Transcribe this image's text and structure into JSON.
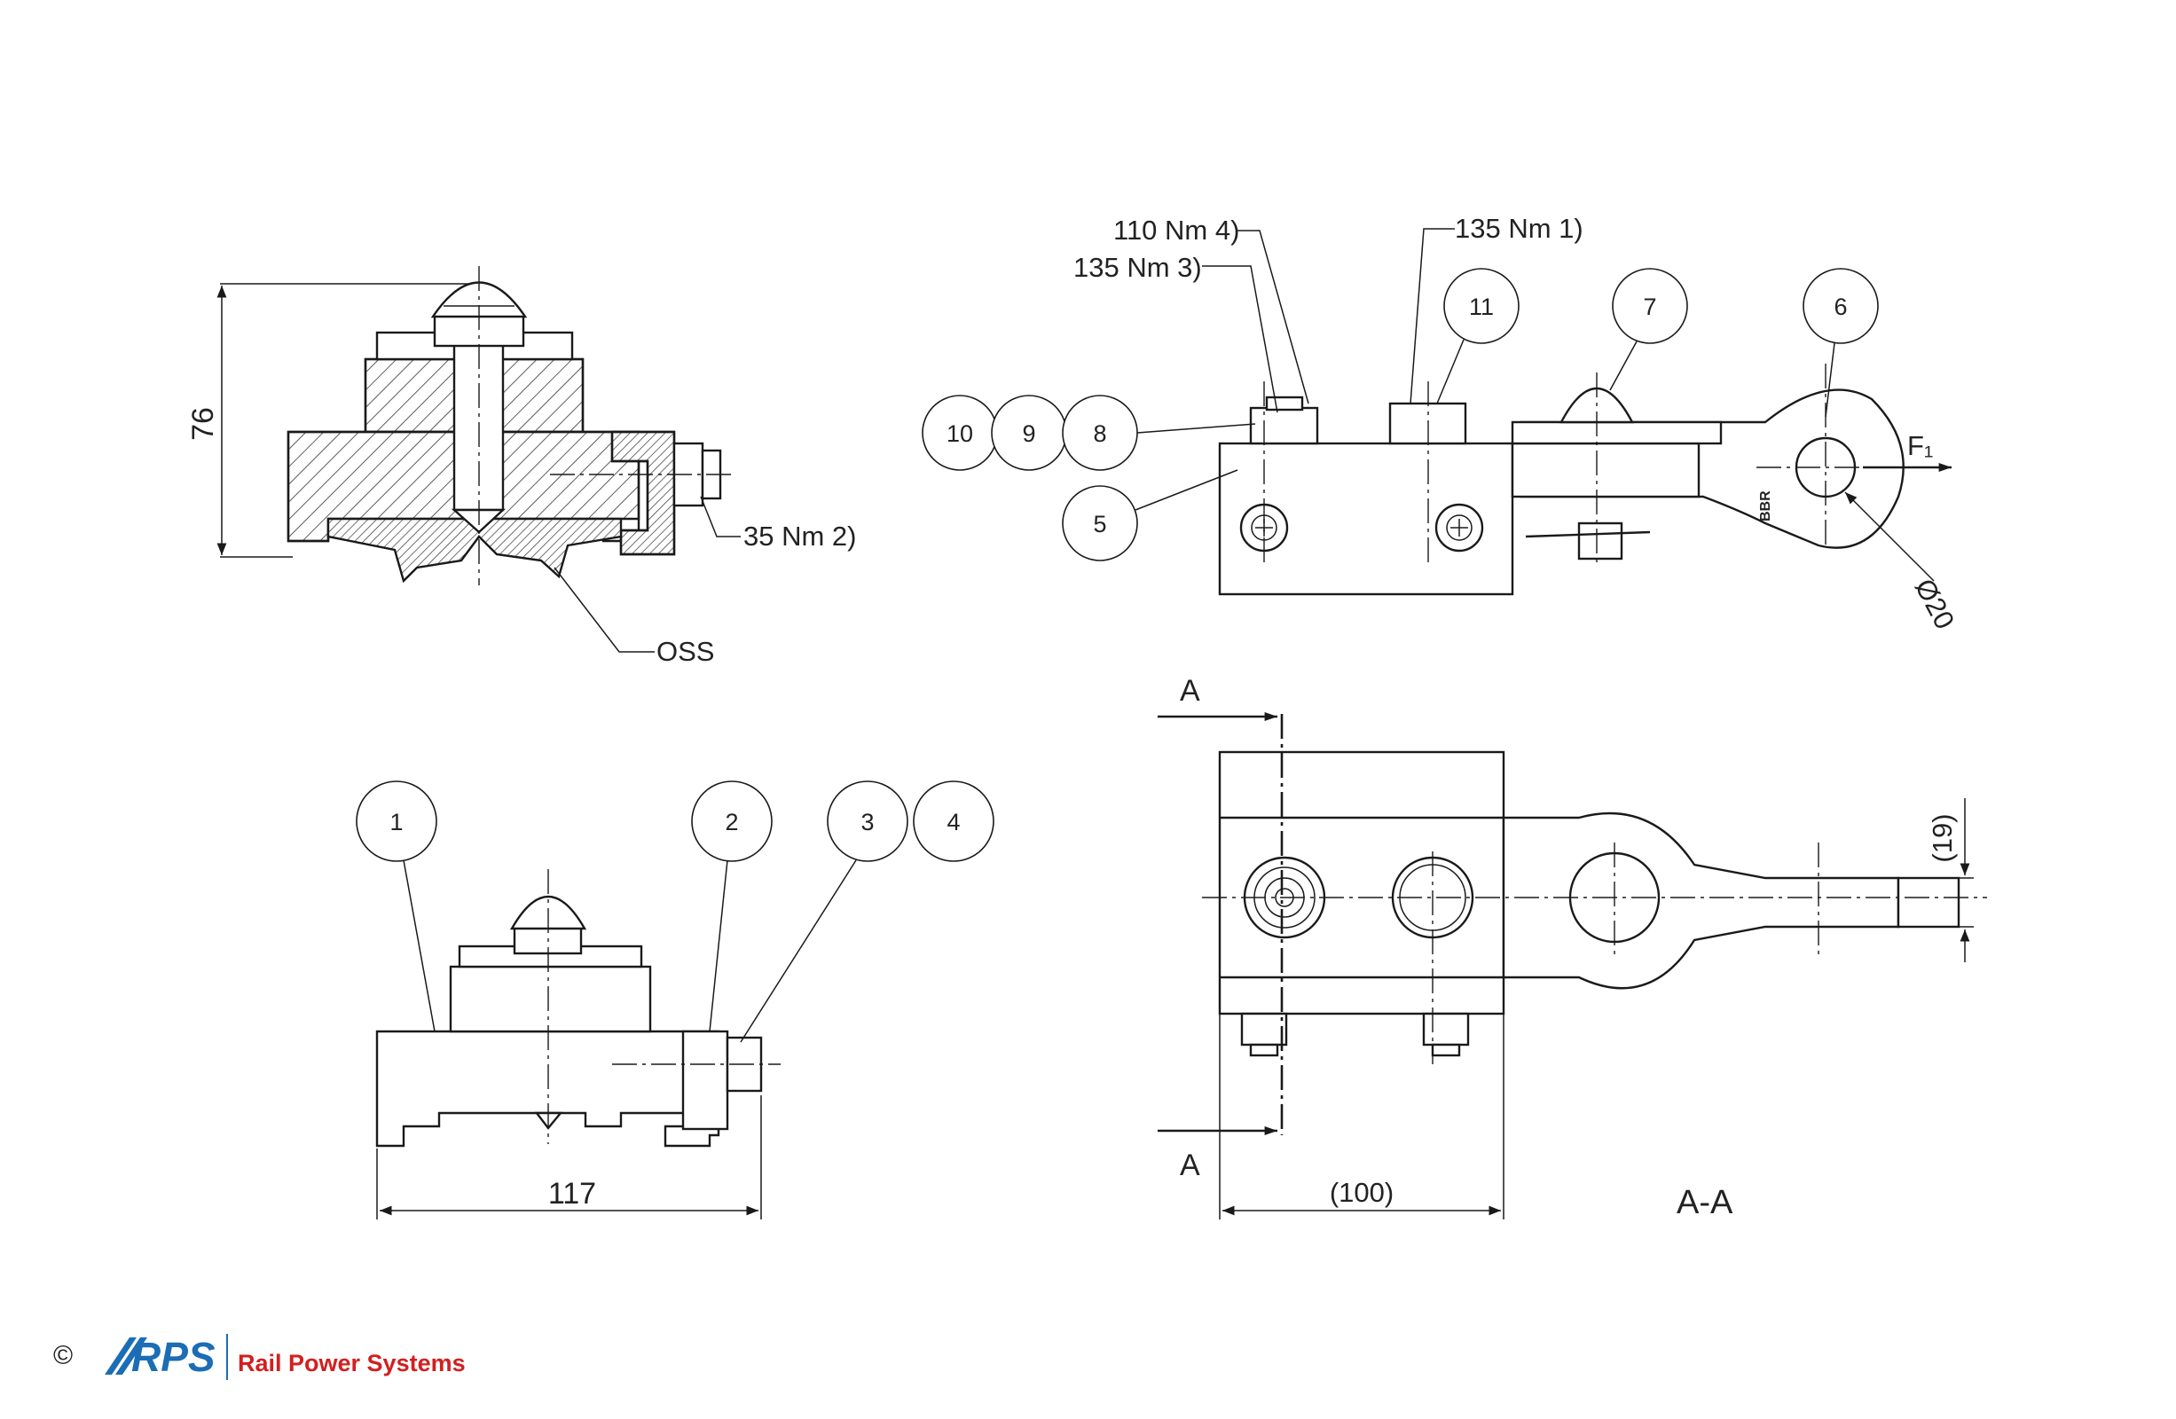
{
  "colors": {
    "brand_red": "#d31f1f",
    "brand_blue": "#1b6db5",
    "line": "#1a1a1a"
  },
  "dimensions": {
    "height": "76",
    "width": "117",
    "length_ref": "(100)",
    "eye_dia": "Ø20",
    "rod_width": "(19)"
  },
  "torques": {
    "t1": "135 Nm 1)",
    "t2": "35 Nm 2)",
    "t3": "135 Nm 3)",
    "t4": "110 Nm 4)"
  },
  "labels": {
    "oss": "OSS",
    "force": "F₁",
    "section_marker": "A",
    "section_title": "A-A"
  },
  "item_numbers": {
    "n1": "1",
    "n2": "2",
    "n3": "3",
    "n4": "4",
    "n5": "5",
    "n6": "6",
    "n7": "7",
    "n8": "8",
    "n9": "9",
    "n10": "10",
    "n11": "11"
  },
  "footer": {
    "copyright": "©",
    "logo_text": "RPS",
    "company": "Rail Power Systems"
  },
  "footer_logo_icon": "rps-logo-icon"
}
